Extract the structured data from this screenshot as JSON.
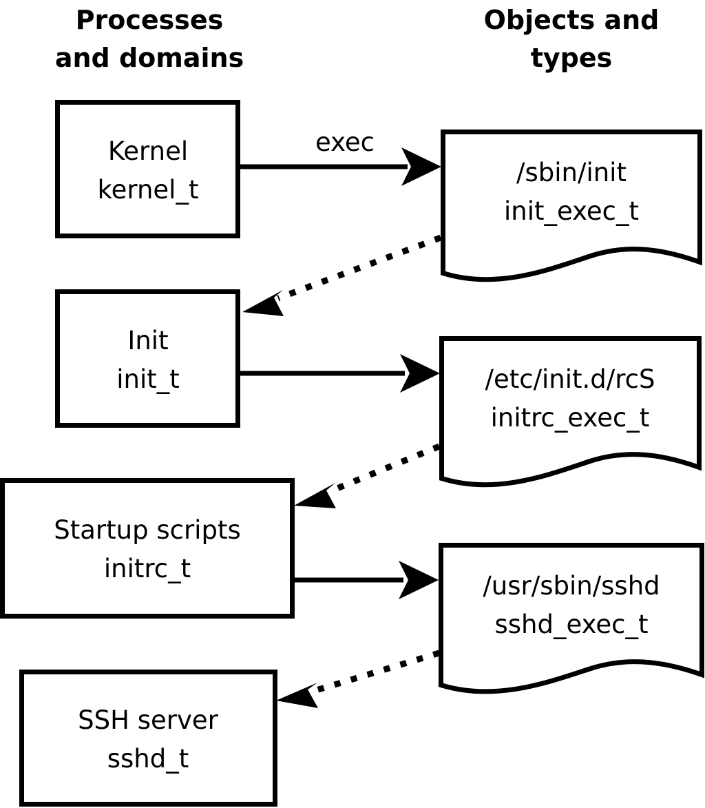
{
  "diagram": {
    "title": "SELinux process domains and object types transition diagram",
    "background_color": "#ffffff",
    "line_color": "#000000",
    "columns": [
      {
        "id": "processes",
        "header_line1": "Processes",
        "header_line2": "and domains"
      },
      {
        "id": "objects",
        "header_line1": "Objects and",
        "header_line2": "types"
      }
    ],
    "process_nodes": [
      {
        "id": "kernel",
        "name_label": "Kernel",
        "type_label": "kernel_t"
      },
      {
        "id": "init",
        "name_label": "Init",
        "type_label": "init_t"
      },
      {
        "id": "initrc",
        "name_label": "Startup scripts",
        "type_label": "initrc_t"
      },
      {
        "id": "sshd",
        "name_label": "SSH server",
        "type_label": "sshd_t"
      }
    ],
    "object_nodes": [
      {
        "id": "sbin-init",
        "path_label": "/sbin/init",
        "type_label": "init_exec_t"
      },
      {
        "id": "etc-initd-rcs",
        "path_label": "/etc/init.d/rcS",
        "type_label": "initrc_exec_t"
      },
      {
        "id": "usr-sbin-sshd",
        "path_label": "/usr/sbin/sshd",
        "type_label": "sshd_exec_t"
      }
    ],
    "edges": [
      {
        "id": "kernel-exec-init",
        "from": "kernel",
        "to": "sbin-init",
        "style": "solid",
        "label": "exec"
      },
      {
        "id": "initexec-transition-init",
        "from": "sbin-init",
        "to": "init",
        "style": "dotted",
        "label": ""
      },
      {
        "id": "init-exec-rcs",
        "from": "init",
        "to": "etc-initd-rcs",
        "style": "solid",
        "label": ""
      },
      {
        "id": "rcsexec-transition-initrc",
        "from": "etc-initd-rcs",
        "to": "initrc",
        "style": "dotted",
        "label": ""
      },
      {
        "id": "initrc-exec-sshd",
        "from": "initrc",
        "to": "usr-sbin-sshd",
        "style": "solid",
        "label": ""
      },
      {
        "id": "sshdexec-transition-sshd",
        "from": "usr-sbin-sshd",
        "to": "sshd",
        "style": "dotted",
        "label": ""
      }
    ]
  }
}
